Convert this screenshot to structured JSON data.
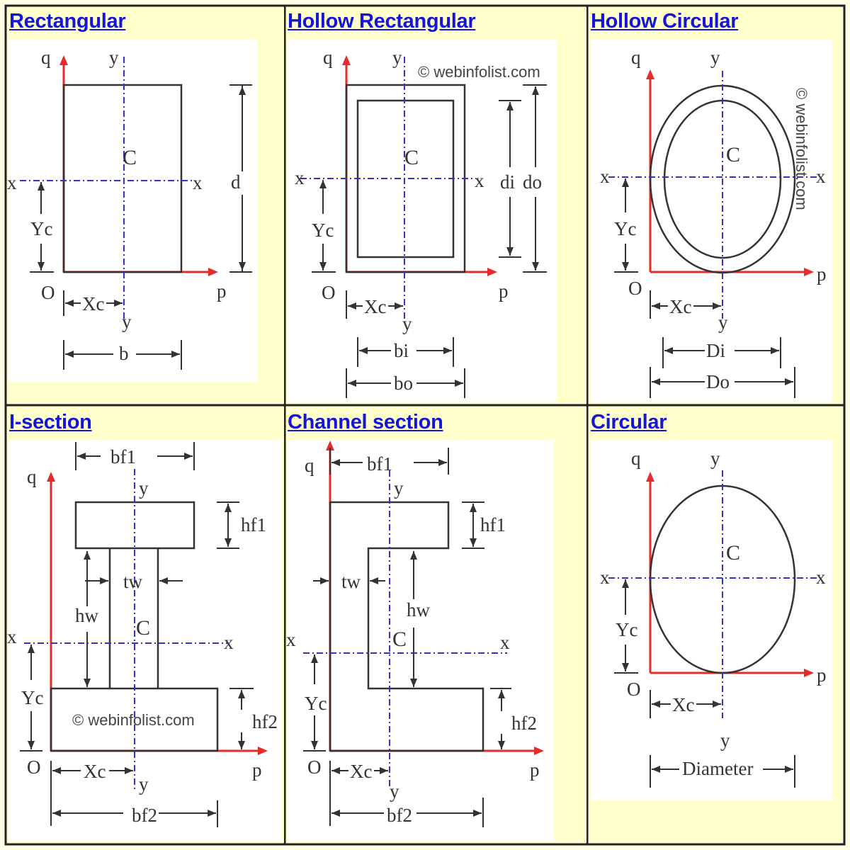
{
  "colors": {
    "page_bg": "#fffde3",
    "cell_bg": "#ffffcc",
    "diagram_bg": "#ffffff",
    "grid_line": "#222222",
    "title_link": "#1515d8",
    "axis_red": "#e52b2b",
    "centroid_axis_blue": "#3333cc",
    "outline": "#333333"
  },
  "cells": [
    {
      "title": "Rectangular",
      "labels": {
        "q": "q",
        "y_top": "y",
        "y_bottom": "y",
        "x_left": "x",
        "x_right": "x",
        "c": "C",
        "o": "O",
        "p": "p",
        "yc": "Yc",
        "xc": "Xc",
        "d": "d",
        "b": "b"
      }
    },
    {
      "title": "Hollow Rectangular",
      "watermark": "© webinfolist.com",
      "labels": {
        "q": "q",
        "y_top": "y",
        "y_bottom": "y",
        "x_left": "x",
        "x_right": "x",
        "c": "C",
        "o": "O",
        "p": "p",
        "yc": "Yc",
        "xc": "Xc",
        "di": "di",
        "do": "do",
        "bi": "bi",
        "bo": "bo"
      }
    },
    {
      "title": "Hollow Circular",
      "watermark": "© webinfolist.com",
      "labels": {
        "q": "q",
        "y_top": "y",
        "y_bottom": "y",
        "x_left": "x",
        "x_right": "x",
        "c": "C",
        "o": "O",
        "p": "p",
        "yc": "Yc",
        "xc": "Xc",
        "di": "Di",
        "do": "Do"
      }
    },
    {
      "title": "I-section",
      "watermark": "© webinfolist.com",
      "labels": {
        "q": "q",
        "y_top": "y",
        "y_bottom": "y",
        "x_left": "x",
        "x_right": "x",
        "c": "C",
        "o": "O",
        "p": "p",
        "yc": "Yc",
        "xc": "Xc",
        "bf1": "bf1",
        "hf1": "hf1",
        "tw": "tw",
        "hw": "hw",
        "hf2": "hf2",
        "bf2": "bf2"
      }
    },
    {
      "title": "Channel section",
      "labels": {
        "q": "q",
        "y_top": "y",
        "y_bottom": "y",
        "x_left": "x",
        "x_right": "x",
        "c": "C",
        "o": "O",
        "p": "p",
        "yc": "Yc",
        "xc": "Xc",
        "bf1": "bf1",
        "hf1": "hf1",
        "tw": "tw",
        "hw": "hw",
        "hf2": "hf2",
        "bf2": "bf2"
      }
    },
    {
      "title": "Circular",
      "labels": {
        "q": "q",
        "y_top": "y",
        "y_bottom": "y",
        "x_left": "x",
        "x_right": "x",
        "c": "C",
        "o": "O",
        "p": "p",
        "yc": "Yc",
        "xc": "Xc",
        "diameter": "Diameter"
      }
    }
  ]
}
